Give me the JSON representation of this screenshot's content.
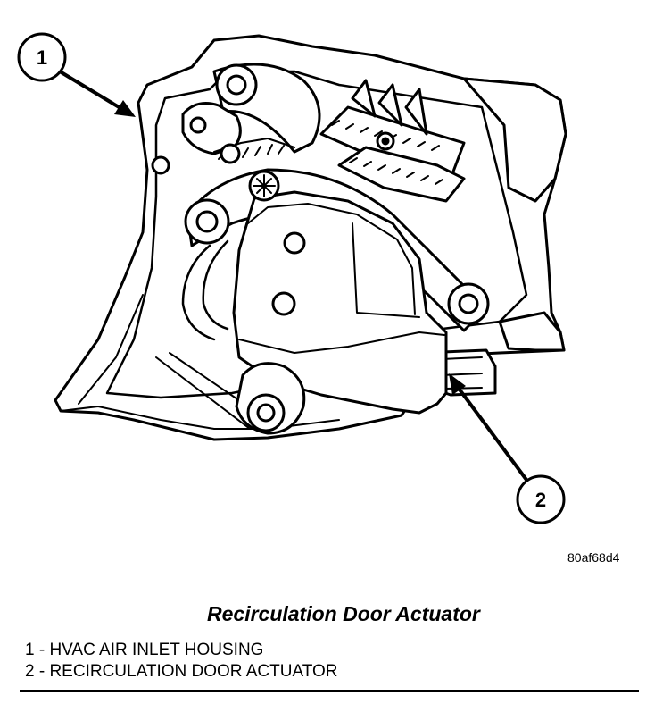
{
  "callouts": [
    {
      "number": "1"
    },
    {
      "number": "2"
    }
  ],
  "figure_id": "80af68d4",
  "title": "Recirculation Door Actuator",
  "legend": [
    {
      "text": "1 - HVAC AIR INLET HOUSING"
    },
    {
      "text": "2 - RECIRCULATION DOOR ACTUATOR"
    }
  ]
}
